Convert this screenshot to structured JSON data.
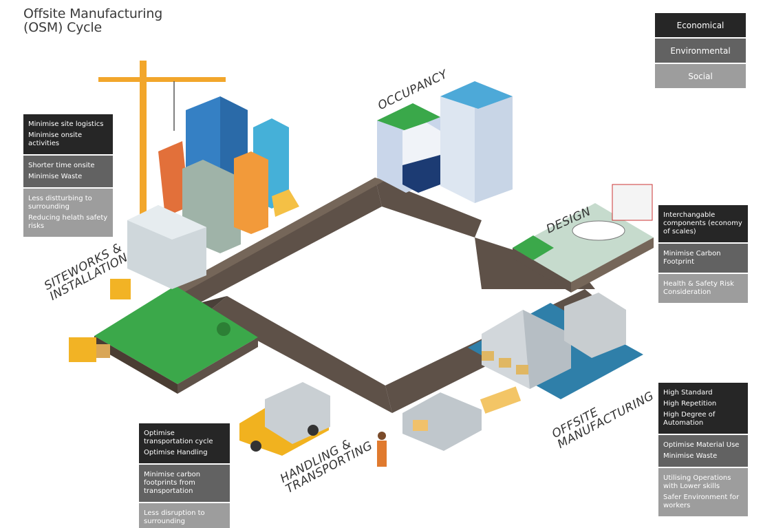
{
  "title": "Offsite Manufacturing\n(OSM) Cycle",
  "legend": [
    {
      "label": "Economical",
      "color": "#262626"
    },
    {
      "label": "Environmental",
      "color": "#626262"
    },
    {
      "label": "Social",
      "color": "#9d9d9d"
    }
  ],
  "stages": {
    "occupancy": "OCCUPANCY",
    "design": "DESIGN",
    "siteworks": "SITEWORKS &\nINSTALLATION",
    "handling": "HANDLING &\nTRANSPORTING",
    "offsite": "OFFSITE\nMANUFACTURING"
  },
  "siteworks_box": {
    "economical": [
      "Minimise site logistics",
      "Minimise onsite activities"
    ],
    "environmental": [
      "Shorter time onsite",
      "Minimise Waste"
    ],
    "social": [
      "Less distturbing to surrounding",
      "Reducing helath safety risks"
    ]
  },
  "design_box": {
    "economical": [
      "Interchangable components (economy of scales)"
    ],
    "environmental": [
      "Minimise Carbon Footprint"
    ],
    "social": [
      "Health & Safety Risk Consideration"
    ]
  },
  "offsite_box": {
    "economical": [
      "High Standard",
      "High Repetition",
      "High Degree of Automation"
    ],
    "environmental": [
      "Optimise Material Use",
      "Minimise Waste"
    ],
    "social": [
      "Utilising Operations with Lower skills",
      "Safer Environment for workers"
    ]
  },
  "handling_box": {
    "economical": [
      "Optimise transportation cycle",
      "Optimise Handling"
    ],
    "environmental": [
      "Minimise carbon footprints from transportation"
    ],
    "social": [
      "Less disruption to surrounding"
    ]
  }
}
